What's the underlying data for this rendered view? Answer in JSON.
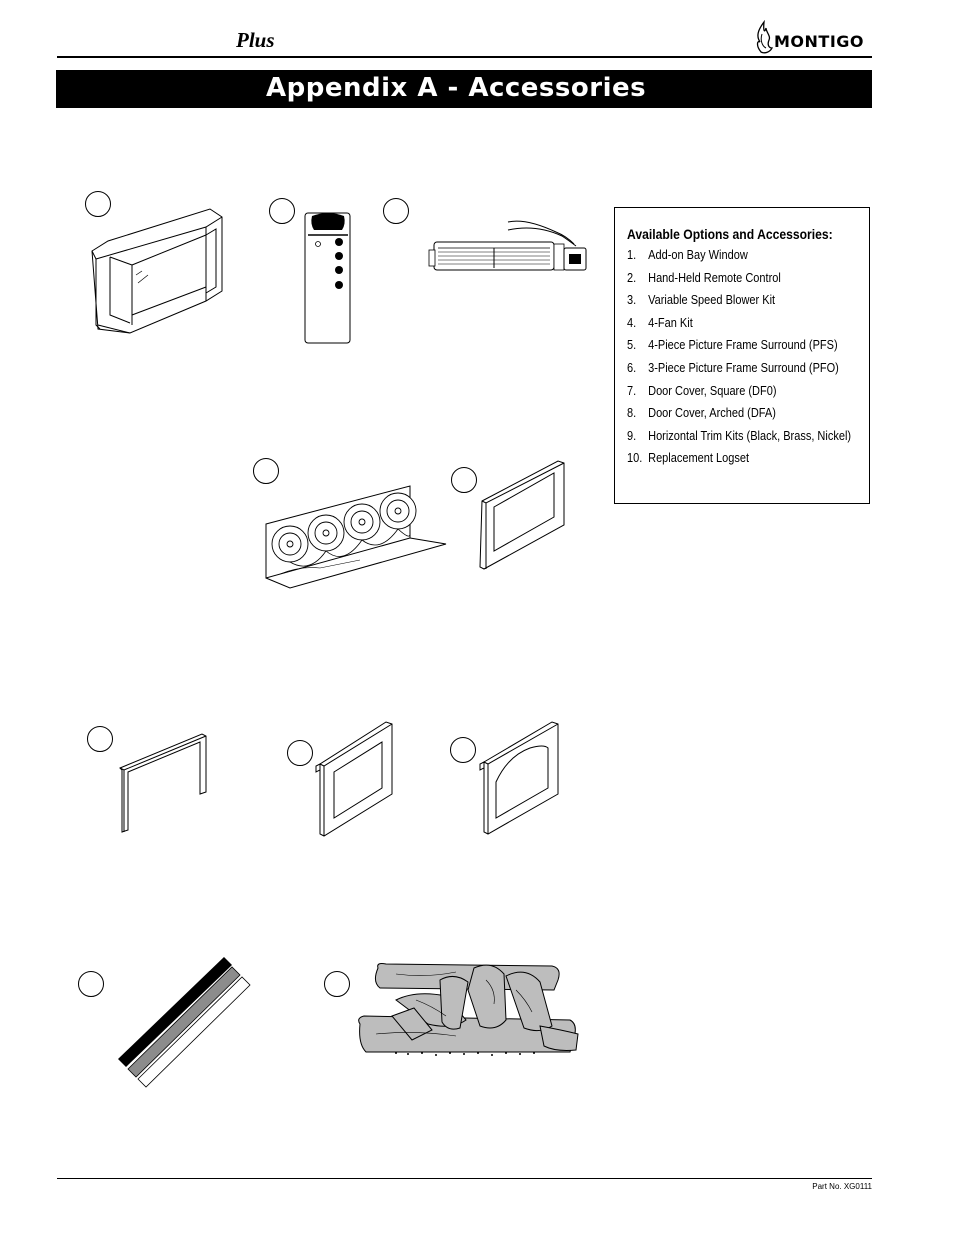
{
  "header": {
    "brand_plus": "Plus",
    "logo_text": "MONTIGO"
  },
  "page_title": "Appendix A - Accessories",
  "options": {
    "title": "Available Options and Accessories:",
    "items": [
      {
        "num": "1.",
        "label": "Add-on Bay Window"
      },
      {
        "num": "2.",
        "label": "Hand-Held Remote Control"
      },
      {
        "num": "3.",
        "label": "Variable Speed Blower Kit"
      },
      {
        "num": "4.",
        "label": "4-Fan Kit"
      },
      {
        "num": "5.",
        "label": "4-Piece Picture Frame Surround (PFS)"
      },
      {
        "num": "6.",
        "label": "3-Piece Picture Frame Surround (PFO)"
      },
      {
        "num": "7.",
        "label": "Door Cover, Square (DF0)"
      },
      {
        "num": "8.",
        "label": "Door Cover, Arched (DFA)"
      },
      {
        "num": "9.",
        "label": "Horizontal Trim Kits (Black, Brass, Nickel)"
      },
      {
        "num": "10.",
        "label": "Replacement Logset"
      }
    ]
  },
  "icons": {
    "logo": "flame-logo-icon",
    "bay_window": "bay-window-illustration",
    "remote": "remote-control-illustration",
    "blower": "blower-kit-illustration",
    "fan_kit": "fan-kit-illustration",
    "frame_surround_4pc": "frame-surround-illustration",
    "frame_surround_3pc": "frame-surround-3pc-illustration",
    "door_square": "door-cover-square-illustration",
    "door_arched": "door-cover-arched-illustration",
    "trim_kits": "trim-kits-illustration",
    "logset": "logset-illustration"
  },
  "footer": {
    "part_no": "Part No. XG0111"
  }
}
